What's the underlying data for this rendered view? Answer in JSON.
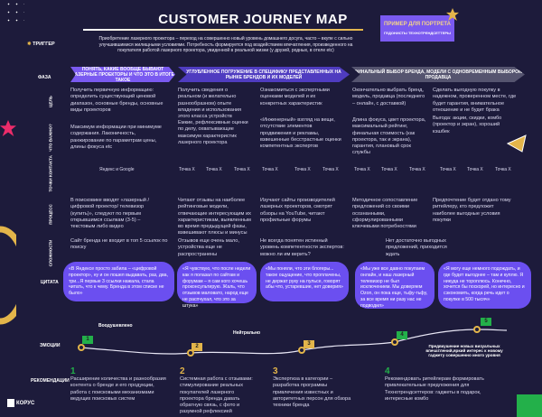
{
  "title": "CUSTOMER JOURNEY MAP",
  "trigger_label": "ТРИГГЕР",
  "trigger_text": "Приобретение лазерного проектора – переход на совершенно новый уровень домашнего досуга, часто – вкупе с сильно улучшившимися жилищными условиями. Потребность формируется под воздействием впечатления, произведенного на покупателя работой лазерного проектора, увиденной в реальной жизни (у друзей, родных, в отеле etc)",
  "badge": {
    "title": "ПРИМЕР ДЛЯ ПОРТРЕТА",
    "subtitle": "ГЕДОНИСТЫ ТЕХНОТРЕНДСЕТТЕРЫ"
  },
  "colors": {
    "bg": "#1d1b3b",
    "accent": "#7a5af0",
    "gold": "#e3b54a",
    "green": "#23b04a"
  },
  "rows": {
    "phase": "ФАЗА",
    "goal": "ЦЕЛЬ",
    "important": "ЧТО ВАЖНО?",
    "touchpoints": "ТОЧКИ КОНТАКТА",
    "process": "ПРОЦЕСС",
    "difficulty": "СЛОЖНОСТИ",
    "quote": "ЦИТАТА",
    "emotion": "ЭМОЦИИ",
    "recommendations": "РЕКОМЕНДАЦИИ"
  },
  "phases": [
    "ПОНЯТЬ, КАКИЕ ВООБЩЕ БЫВАЮТ ЛАЗЕРНЫЕ ПРОЕКТОРЫ И ЧТО ЭТО В ИТОГЕ ТАКОЕ",
    "УГЛУБЛЕННОЕ ПОГРУЖЕНИЕ В СПЕЦИФИКУ ПРЕДСТАВЛЕННЫХ НА РЫНКЕ БРЕНДОВ И ИХ МОДЕЛЕЙ",
    "ФИНАЛЬНЫЙ ВЫБОР БРЕНДА, МОДЕЛИ С ОДНОВРЕМЕННЫМ ВЫБОРОМ ПРОДАВЦА"
  ],
  "goals": [
    "Получить первичную информацию: определить существующий ценовой диапазон, основные бренды, основные виды проекторов",
    "Получить сведения о реальном (и желательно разнообразном) опыте владения и использования этого класса устройств",
    "Ознакомиться с экспертными оценками моделей и их конкретных характеристик",
    "Окончательно выбрать бренд, модель, продавца (последнего – онлайн, с доставкой)",
    "Сделать выгодную покупку в надежном, проверенном месте, где будет гарантия, внимательное отношение и не будет брака"
  ],
  "important": [
    "Максимум информации при минимуме содержания. Лаконичность, ранжирование по параметрам цены, длины фокуса etc",
    "Емкие, рефлексивные оценки по делу, охватывающие максимум характеристик лазерного проектора",
    "«Инженерный» взгляд на вещи, отсутствие элементов продвижения и рекламы, взвешенные бесстрастные оценки компетентных экспертов",
    "Длина фокуса, цвет проектора, максимальный рейтинг, финальная стоимость (как проектора, так и экрана), гарантия, плановый срок службы",
    "Выгода: акции, скидки, комбо (проектор и экран), хороший кэшбек"
  ],
  "touchpoints": [
    "Яндекс и Google",
    "Точка X",
    "Точка X",
    "Точка X",
    "Точка X",
    "Точка X",
    "Точка X",
    "Точка X",
    "Точка X",
    "Точка X",
    "Точка X",
    "Точка X",
    "Точка X"
  ],
  "process": [
    "В поисковике вводят «лазерный / цифровой проектор/ телевизор (купить)», следуют по первым открывшимся ссылкам (3-5) – текстовым либо видео",
    "Читают отзывы на наиболее рейтинговые модели, отвечающие интересующим их характеристикам, выявленным во время предыдущей фазы, взвешивают плюсы и минусы",
    "Изучают сайты производителей лазерных проекторов, смотрят обзоры на YouTube, читают профильные форумы",
    "Методичное сопоставление предложений со своими осознанными, сформулированными ключевыми потребностями",
    "Предпочтение будет отдано тому ритейлеру, кто предложит наиболее выгодные условия покупки"
  ],
  "difficulty": [
    "Сайт бренда не входит в топ 5 ссылок по поиску",
    "Отзывов еще очень мало, устройства еще не распространены",
    "Не всегда понятен истинный уровень компетентности экспертов: можно ли им верить?",
    "Нет достаточно выгодных предложений, приходится ждать"
  ],
  "quotes": [
    "«В Яндексе просто забила – «цифровой проектор», ну и он пошел выдавать, раз, два, три...Я первые 3 ссылки нажала, стала читать, что к чему. Бренда в этом списке не было»",
    "«Я чувствую, что после недели как я полазал по сайтам и форумам – я сам кого хочешь проконсультирую. Жаль, что отзывов маловато, народ еще не распчухал, что это за штука»",
    "«Мы поняли, что эти блогеры... такое ощущение, что проплачены, не держат руку на пульсе, говорят абы что, устаревшие, нет доверия»",
    "«Мы уже все давно покупаем онлайн, и наш лазерный телевизор не был исключением. Мы доверяем Ozon, он пока еще, тьфу-тьфу, за все время ни разу нас не подводил»",
    "«Я могу еще немного подождать, и где будет выгоднее – там и куплю. Я никуда не тороплюсь. Конечно, хочется бы поскорей, но интересно и сэкономить, когда речь идет о покупке в 500 тысяч»"
  ],
  "emotions": {
    "labels": [
      "Воодушевлено",
      "Нейтрально",
      "Предвкушение новых визуальных впечатлений,яркий интерес к новому гаджету совершенно иного уровня"
    ],
    "points": [
      "1",
      "2",
      "3",
      "4",
      "5"
    ]
  },
  "recommendations": [
    {
      "n": "1",
      "text": "Расширение количества и разнообразия контента о бренде и его продукции, работа с поисковыми механизмами ведущих поисковых систем"
    },
    {
      "n": "2",
      "text": "Системная работа с отзывами: стимулирование реальных покупателей лазерного проектора бренда давать обратную связь, с фото и разумной рефлексией"
    },
    {
      "n": "3",
      "text": "Экспертиза в категории – разработка программы привлечения известных и авторитетных персон для обзора техники бренда"
    },
    {
      "n": "4",
      "text": "Рекомендовать ритейлерам формировать привлекательные предложения для Технотрендсеттеров: гаджеты в подарок, интересные комбо"
    }
  ],
  "logo": "КОРУС"
}
